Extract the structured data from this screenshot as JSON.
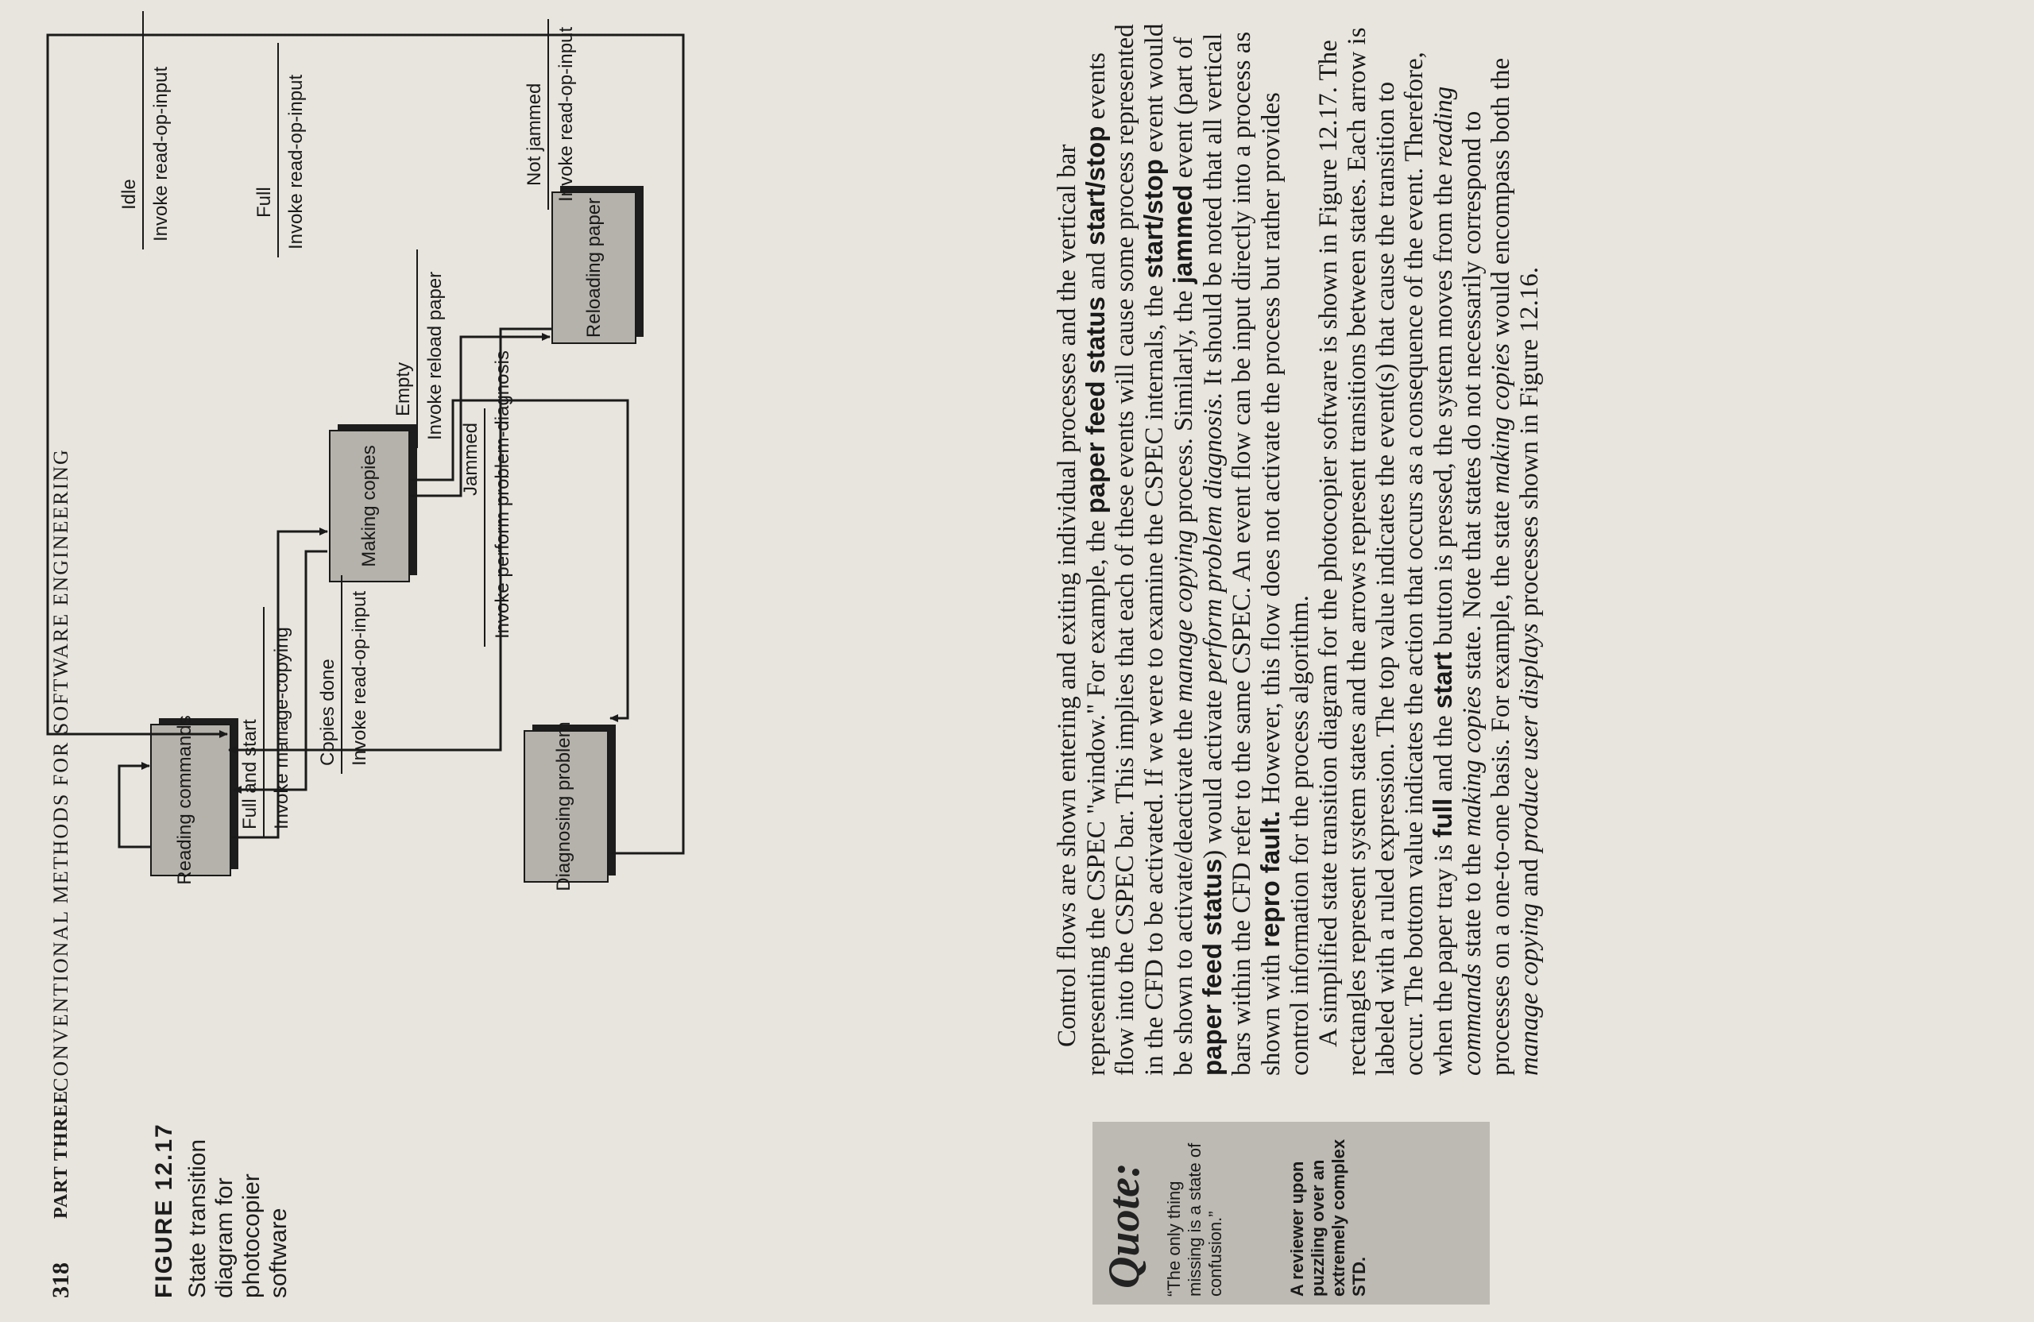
{
  "header": {
    "page_number": "318",
    "part": "PART THREE",
    "book_title": "CONVENTIONAL METHODS FOR SOFTWARE ENGINEERING"
  },
  "figure": {
    "label": "FIGURE 12.17",
    "caption": "State transition diagram for photocopier software",
    "states": {
      "reading": "Reading commands",
      "making": "Making copies",
      "reloading": "Reloading paper",
      "diagnosing": "Diagnosing problem"
    },
    "transitions": {
      "full_start_event": "Full and start",
      "full_start_action": "Invoke manage-copying",
      "copies_done_event": "Copies done",
      "copies_done_action": "Invoke read-op-input",
      "idle_event": "Idle",
      "idle_action": "Invoke read-op-input",
      "full_event": "Full",
      "full_action": "Invoke read-op-input",
      "empty_event": "Empty",
      "empty_action": "Invoke reload paper",
      "jammed_event": "Jammed",
      "jammed_action": "Invoke perform problem-diagnosis",
      "not_jammed_event": "Not jammed",
      "not_jammed_action": "Invoke read-op-input"
    }
  },
  "quote": {
    "title": "Quote:",
    "text": "“The only thing missing is a state of confusion.”",
    "author": "A reviewer upon puzzling over an extremely complex STD."
  },
  "body": {
    "p1_a": "Control flows are shown entering and exiting individual processes and the vertical bar representing the CSPEC \"window.\" For example, the ",
    "p1_b": "paper feed status",
    "p1_c": " and ",
    "p1_d": "start/stop",
    "p1_e": " events flow into the CSPEC bar. This implies that each of these events will cause some process represented in the CFD to be activated. If we were to examine the CSPEC internals, the ",
    "p1_f": "start/stop",
    "p1_g": " event would be shown to activate/deactivate the ",
    "p1_h": "manage copying",
    "p1_i": " process. Similarly, the ",
    "p1_j": "jammed",
    "p1_k": " event (part of ",
    "p1_l": "paper feed status",
    "p1_m": ") would activate ",
    "p1_n": "perform problem diagnosis.",
    "p1_o": " It should be noted that all vertical bars within the CFD refer to the same CSPEC. An event flow can be input directly into a process as shown with ",
    "p1_p": "repro fault.",
    "p1_q": " However, this flow does not activate the process but rather provides control information for the process algorithm.",
    "p2_a": "A simplified state transition diagram for the photocopier software is shown in Figure 12.17. The rectangles represent system states and the arrows represent transitions between states. Each arrow is labeled with a ruled expression. The top value indicates the event(s) that cause the transition to occur. The bottom value indicates the action that occurs as a consequence of the event. Therefore, when the paper tray is ",
    "p2_b": "full",
    "p2_c": " and the ",
    "p2_d": "start",
    "p2_e": " button is pressed, the system moves from the ",
    "p2_f": "reading commands",
    "p2_g": " state to the ",
    "p2_h": "making copies",
    "p2_i": " state. Note that states do not necessarily correspond to processes on a one-to-one basis. For example, the state ",
    "p2_j": "making copies",
    "p2_k": " would encompass both the ",
    "p2_l": "manage copying",
    "p2_m": " and ",
    "p2_n": "produce user displays",
    "p2_o": " processes shown in Figure 12.16."
  }
}
